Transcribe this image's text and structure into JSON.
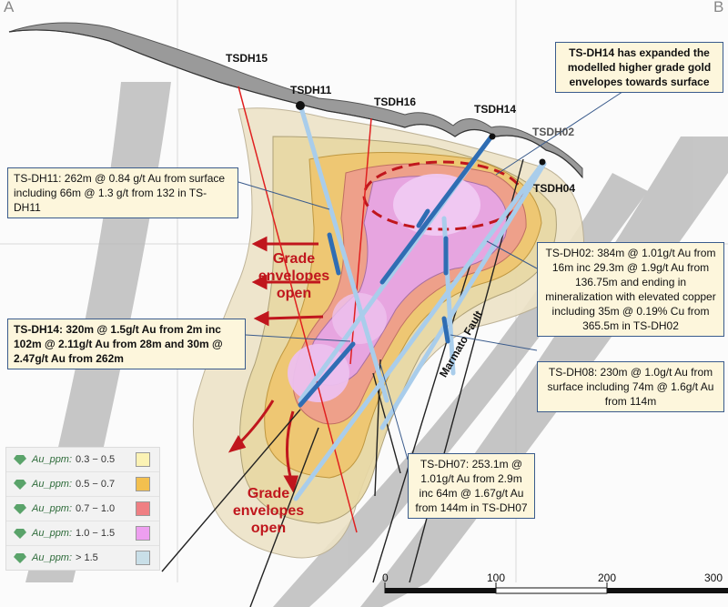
{
  "corners": {
    "left": "A",
    "right": "B"
  },
  "drill_holes": [
    {
      "id": "tsdh15",
      "label": "TSDH15"
    },
    {
      "id": "tsdh11",
      "label": "TSDH11"
    },
    {
      "id": "tsdh16",
      "label": "TSDH16"
    },
    {
      "id": "tsdh14",
      "label": "TSDH14"
    },
    {
      "id": "tsdh02",
      "label": "TSDH02"
    },
    {
      "id": "tsdh04",
      "label": "TSDH04"
    }
  ],
  "callouts": {
    "top": [
      "TS-DH14 has expanded the",
      "modelled higher grade gold",
      "envelopes towards surface"
    ],
    "dh11": [
      "TS-DH11: 262m @ 0.84 g/t Au from surface",
      "including 66m @ 1.3 g/t from 132 in TS-DH11"
    ],
    "dh14": [
      "TS-DH14: 320m @ 1.5g/t Au from 2m inc",
      "102m @ 2.11g/t Au from 28m and 30m @",
      "2.47g/t Au from 262m"
    ],
    "dh02": [
      "TS-DH02: 384m @ 1.01g/t Au from",
      "16m inc 29.3m @ 1.9g/t Au from",
      "136.75m and ending in",
      "mineralization with elevated copper",
      "including 35m @ 0.19% Cu from",
      "365.5m in TS-DH02"
    ],
    "dh08": [
      "TS-DH08:  230m @ 1.0g/t Au from",
      "surface including 74m @ 1.6g/t Au",
      "from 114m"
    ],
    "dh07": [
      "TS-DH07: 253.1m @",
      "1.01g/t Au from 2.9m",
      "inc 64m @ 1.67g/t Au",
      "from 144m in TS-DH07"
    ]
  },
  "annotations": {
    "grade_open_upper": [
      "Grade",
      "envelopes",
      "open"
    ],
    "grade_open_lower": [
      "Grade",
      "envelopes",
      "open"
    ],
    "fault": "Marmato Fault"
  },
  "legend": [
    {
      "label": "Au_ppm:",
      "range": "0.3 − 0.5",
      "color": "#fbf2b4"
    },
    {
      "label": "Au_ppm:",
      "range": "0.5 − 0.7",
      "color": "#f3c04f"
    },
    {
      "label": "Au_ppm:",
      "range": "0.7 − 1.0",
      "color": "#ef7f83"
    },
    {
      "label": "Au_ppm:",
      "range": "1.0 − 1.5",
      "color": "#ee9ff0"
    },
    {
      "label": "Au_ppm:",
      "range": "> 1.5",
      "color": "#c9dfe8"
    }
  ],
  "scale": {
    "ticks": [
      "0",
      "100",
      "200",
      "300"
    ]
  },
  "colors": {
    "accent_red": "#c0161d",
    "drill_blue": "#2f6db3",
    "drill_light": "#a9cdeb",
    "callout_bg": "#fdf6dc",
    "callout_border": "#3a5b8c"
  }
}
